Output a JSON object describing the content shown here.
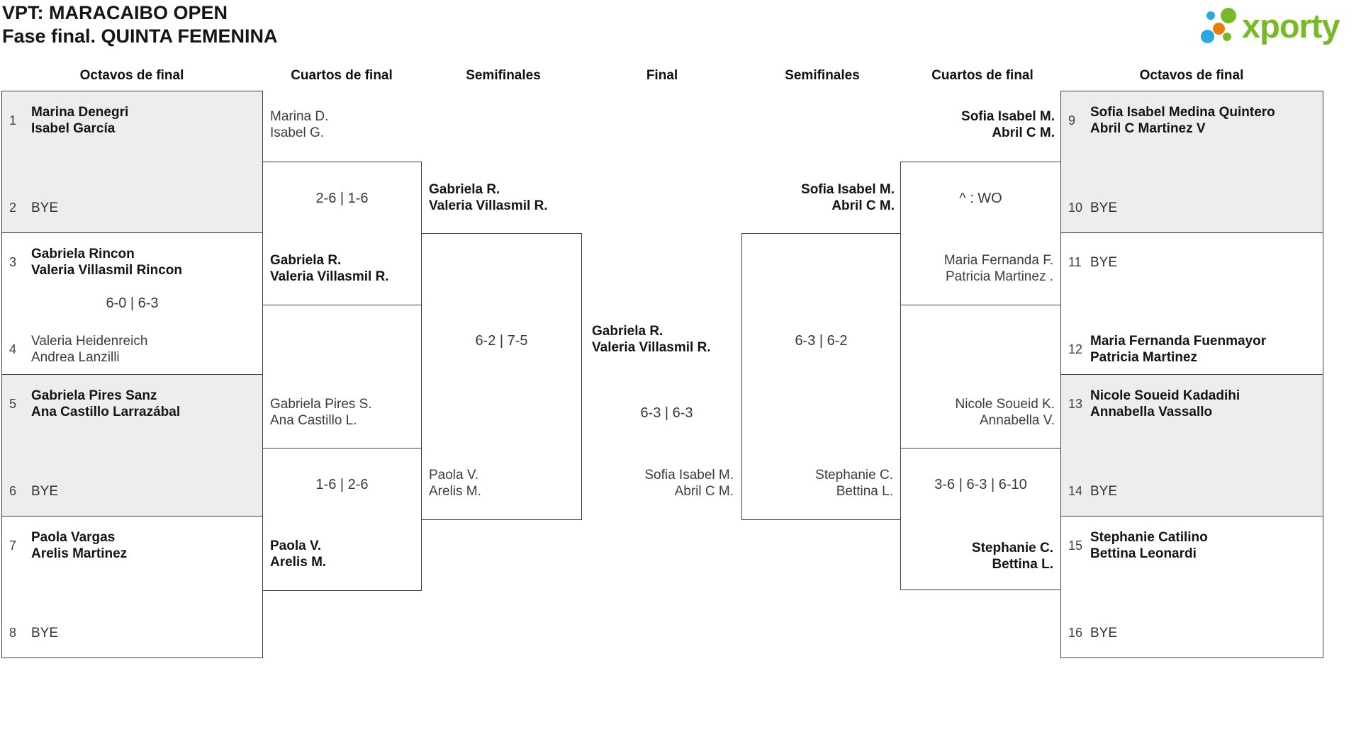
{
  "header": {
    "title_line1": "VPT: MARACAIBO OPEN",
    "title_line2": "Fase final. QUINTA FEMENINA",
    "logo_text": "xporty",
    "logo_colors": {
      "green": "#79b829",
      "blue": "#29a8e1",
      "orange": "#ec7c10"
    }
  },
  "round_headers": {
    "octavos_left": "Octavos de final",
    "cuartos_left": "Cuartos de final",
    "semis_left": "Semifinales",
    "final": "Final",
    "semis_right": "Semifinales",
    "cuartos_right": "Cuartos de final",
    "octavos_right": "Octavos de final"
  },
  "octavos_left": [
    {
      "top_seed": "1",
      "top_name1": "Marina Denegri",
      "top_name2": "Isabel García",
      "bottom_seed": "2",
      "bottom_name1": "BYE",
      "score": ""
    },
    {
      "top_seed": "3",
      "top_name1": "Gabriela Rincon",
      "top_name2": "Valeria Villasmil Rincon",
      "score": "6-0 | 6-3",
      "bottom_seed": "4",
      "bottom_name1": "Valeria Heidenreich",
      "bottom_name2": "Andrea Lanzilli"
    },
    {
      "top_seed": "5",
      "top_name1": "Gabriela Pires Sanz",
      "top_name2": "Ana Castillo Larrazábal",
      "bottom_seed": "6",
      "bottom_name1": "BYE",
      "score": ""
    },
    {
      "top_seed": "7",
      "top_name1": "Paola Vargas",
      "top_name2": "Arelis Martinez",
      "bottom_seed": "8",
      "bottom_name1": "BYE",
      "score": ""
    }
  ],
  "octavos_right": [
    {
      "top_seed": "9",
      "top_name1": "Sofia Isabel Medina Quintero",
      "top_name2": "Abril C Martinez V",
      "bottom_seed": "10",
      "bottom_name1": "BYE",
      "score": ""
    },
    {
      "top_seed": "11",
      "top_name1": "BYE",
      "bottom_seed": "12",
      "bottom_name1": "Maria Fernanda Fuenmayor",
      "bottom_name2": "Patricia Martinez",
      "score": ""
    },
    {
      "top_seed": "13",
      "top_name1": "Nicole Soueid Kadadihi",
      "top_name2": "Annabella Vassallo",
      "bottom_seed": "14",
      "bottom_name1": "BYE",
      "score": ""
    },
    {
      "top_seed": "15",
      "top_name1": "Stephanie Catilino",
      "top_name2": "Bettina Leonardi",
      "bottom_seed": "16",
      "bottom_name1": "BYE",
      "score": ""
    }
  ],
  "cuartos_left": [
    {
      "above_name1": "Marina D.",
      "above_name2": "Isabel G.",
      "score": "2-6 | 1-6",
      "winner_name1": "Gabriela R.",
      "winner_name2": "Valeria Villasmil R."
    },
    {
      "above_name1": "Gabriela Pires S.",
      "above_name2": "Ana Castillo L.",
      "score": "1-6 | 2-6",
      "winner_name1": "Paola V.",
      "winner_name2": "Arelis M."
    }
  ],
  "cuartos_right": [
    {
      "above_name1": "Sofia Isabel M.",
      "above_name2": "Abril C M.",
      "score": "^ : WO",
      "loser_name1": "Maria Fernanda F.",
      "loser_name2": "Patricia Martinez ."
    },
    {
      "above_name1": "Nicole Soueid K.",
      "above_name2": "Annabella V.",
      "score": "3-6 | 6-3 | 6-10",
      "winner_name1": "Stephanie C.",
      "winner_name2": "Bettina L."
    }
  ],
  "semifinal_left": {
    "winner_name1": "Gabriela R.",
    "winner_name2": "Valeria Villasmil R.",
    "score": "6-2 | 7-5",
    "loser_name1": "Paola V.",
    "loser_name2": "Arelis M."
  },
  "semifinal_right": {
    "winner_name1": "Sofia Isabel M.",
    "winner_name2": "Abril C M.",
    "score": "6-3 | 6-2",
    "loser_name1": "Stephanie C.",
    "loser_name2": "Bettina L."
  },
  "final": {
    "winner_name1": "Gabriela R.",
    "winner_name2": "Valeria Villasmil R.",
    "score": "6-3 | 6-3",
    "loser_name1": "Sofia Isabel M.",
    "loser_name2": "Abril C M."
  }
}
